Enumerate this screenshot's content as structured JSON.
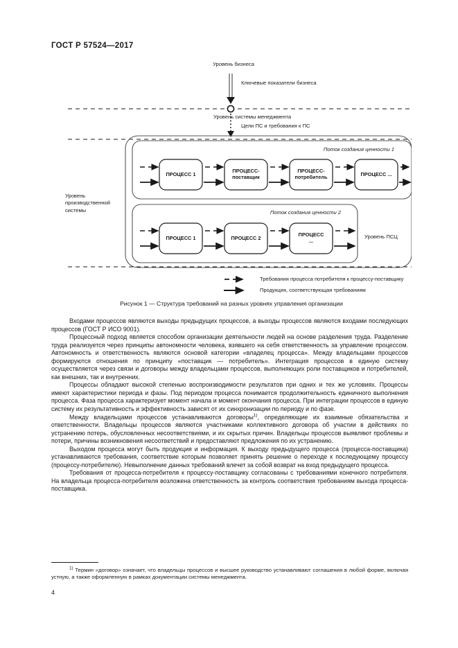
{
  "document": {
    "standard_id": "ГОСТ Р 57524—2017",
    "page_number": "4"
  },
  "figure": {
    "caption": "Рисунок 1 — Структура требований на разных уровнях управления организации",
    "labels": {
      "business_level": "Уровень бизнеса",
      "business_kpi": "Ключевые показатели бизнеса",
      "management_system_level": "Уровень системы менеджмента",
      "ps_goals": "Цели ПС и требования к ПС",
      "production_system_level": "Уровень\nпроизводственной\nсистемы",
      "vsc_level": "Уровень ПСЦ",
      "stream1_title": "Поток создания ценности 1",
      "stream2_title": "Поток создания ценности 2"
    },
    "stream1_boxes": [
      "ПРОЦЕСС 1",
      "ПРОЦЕСС-\nпоставщик",
      "ПРОЦЕСС-\nпотребитель",
      "ПРОЦЕСС ..."
    ],
    "stream2_boxes": [
      "ПРОЦЕСС 1",
      "ПРОЦЕСС 2",
      "ПРОЦЕСС\n..."
    ],
    "legend": [
      {
        "style": "dashed-arrow-left",
        "text": "Требования процесса потребителя к процессу-поставщику"
      },
      {
        "style": "solid-arrow-right",
        "text": "Продукция, соответствующая требованиям"
      }
    ]
  },
  "body": {
    "paragraphs": [
      "Входами процессов являются выходы предыдущих процессов, а выходы процессов являются входами последующих процессов (ГОСТ Р ИСО 9001).",
      "Процессный подход является способом организации деятельности людей на основе разделения труда. Разделение труда реализуется через принципы автономности человека, взявшего на себя ответственность за управление процессом. Автономность и ответственность являются основой категории «владелец процесса». Между владельцами процессов формируются отношения по принципу «поставщик — потребитель». Интеграция процессов в единую систему осуществляется через связи и договоры между владельцами процессов, выполняющих роли поставщиков и потребителей, как внешних, так и внутренних.",
      "Процессы обладают высокой степенью воспроизводимости результатов при одних и тех же условиях. Процессы имеют характеристики периода и фазы. Под периодом процесса понимается продолжительность единичного выполнения процесса. Фаза процесса характеризует момент начала и момент окончания процесса. При интеграции процессов в единую систему их результативность и эффективность зависят от их синхронизации по периоду и по фазе.",
      "Выходом процесса могут быть продукция и информация. К выходу предыдущего процесса (процесса-поставщика) устанавливаются требования, соответствие которым позволяет принять решение о переходе к последующему процессу (процессу-потребителю). Невыполнение данных требований влечет за собой возврат на вход предыдущего процесса.",
      "Требования от процесса-потребителя к процессу-поставщику согласованы с требованиями конечного потребителя. На владельца процесса-потребителя возложена ответственность за контроль соответствия требованиям выхода процесса-поставщика."
    ],
    "paragraph_with_footnote": {
      "before": "Между владельцами процессов устанавливаются договоры",
      "marker": "1)",
      "after": ", определяющие их взаимные обязательства и ответственности. Владельцы процессов являются участниками коллективного договора об участии в действиях по устранению потерь, обусловленных несоответствиями, и их скрытых причин. Владельцы процессов выявляют проблемы и потери, причины возникновения несоответствий и предоставляют предложения по их устранению."
    }
  },
  "footnote": {
    "marker": "1)",
    "text": " Термин «договор» означает, что владельцы процессов и высшее руководство устанавливают соглашения в любой форме, включая устную, а также оформленную в рамках документации системы менеджмента."
  }
}
